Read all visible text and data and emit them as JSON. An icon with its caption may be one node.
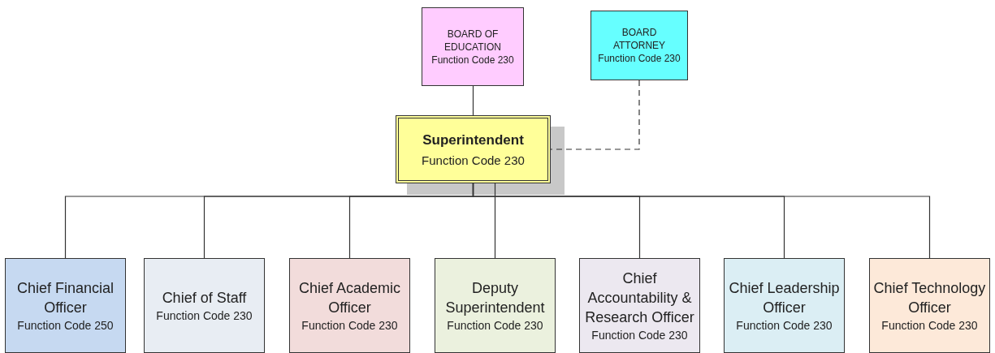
{
  "diagram": {
    "nodes": [
      {
        "text": [
          "BOARD OF EDUCATION",
          "Function Code 230"
        ]
      },
      {
        "text": [
          "BOARD ATTORNEY",
          "Function Code 230"
        ]
      },
      {
        "text": [
          "Superintendent",
          "Function Code 230"
        ]
      },
      {
        "text": [
          "Chief Financial Officer",
          "Function Code 250"
        ]
      },
      {
        "text": [
          "Chief of Staff",
          "Function Code 230"
        ]
      },
      {
        "text": [
          "Chief Academic Officer",
          "Function Code 230"
        ]
      },
      {
        "text": [
          "Deputy Superintendent",
          "Function Code 230"
        ]
      },
      {
        "text": [
          "Chief Accountability & Research Officer",
          "Function Code 230"
        ]
      },
      {
        "text": [
          "Chief Leadership Officer",
          "Function Code 230"
        ]
      },
      {
        "text": [
          "Chief Technology Officer",
          "Function Code 230"
        ]
      }
    ],
    "edges": [
      {
        "from": 0,
        "to": 2,
        "arrow": "none"
      },
      {
        "from": 1,
        "to": 2,
        "arrow": "none",
        "style": "dashed"
      },
      {
        "from": 2,
        "to": 3,
        "arrow": "none"
      },
      {
        "from": 2,
        "to": 4,
        "arrow": "none"
      },
      {
        "from": 2,
        "to": 5,
        "arrow": "none"
      },
      {
        "from": 2,
        "to": 6,
        "arrow": "none"
      },
      {
        "from": 2,
        "to": 7,
        "arrow": "none"
      },
      {
        "from": 2,
        "to": 8,
        "arrow": "none"
      },
      {
        "from": 2,
        "to": 9,
        "arrow": "none"
      }
    ]
  }
}
